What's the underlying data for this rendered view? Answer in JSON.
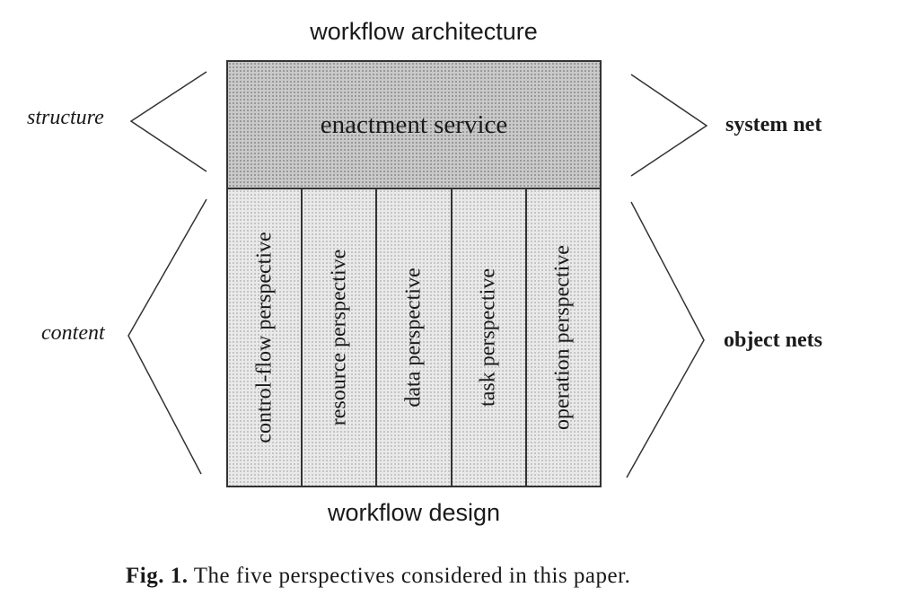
{
  "diagram": {
    "top_label": "workflow architecture",
    "bottom_label": "workflow design",
    "enactment": "enactment service",
    "perspectives": [
      "control-flow perspective",
      "resource perspective",
      "data perspective",
      "task perspective",
      "operation perspective"
    ],
    "left": {
      "structure": "structure",
      "content": "content"
    },
    "right": {
      "system_net": "system net",
      "object_nets": "object nets"
    }
  },
  "caption": {
    "label": "Fig. 1.",
    "text": "The five perspectives considered in this paper."
  }
}
